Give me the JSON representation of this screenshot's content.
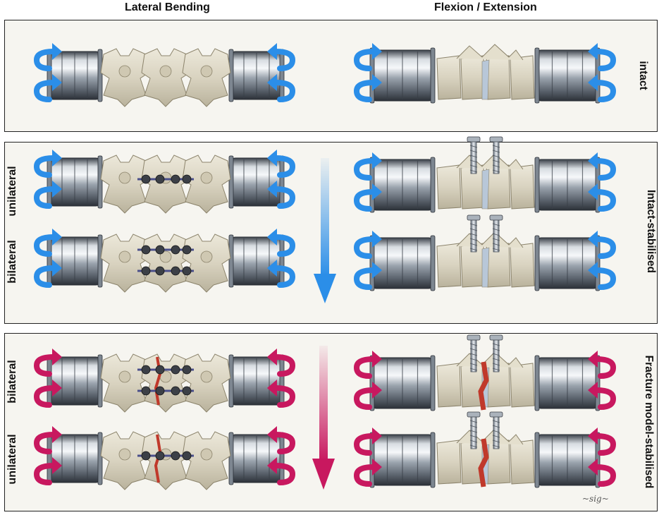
{
  "headers": {
    "left": "Lateral Bending",
    "right": "Flexion / Extension"
  },
  "panels": {
    "intact": {
      "label": "intact"
    },
    "intact_stabilised": {
      "label": "Intact-stabilised",
      "row1": "unilateral",
      "row2": "bilateral"
    },
    "fracture_stabilised": {
      "label": "Fracture model-stabilised",
      "row1": "bilateral",
      "row2": "unilateral"
    }
  },
  "colors": {
    "intact_arrow": "#2b8ee8",
    "fracture_arrow": "#c8185f",
    "fracture_line": "#c0392b",
    "bone": "#d9d3c0",
    "metal": "#8e98a3"
  },
  "icons": {
    "rotation_arrow": "curved-moment-arrow-icon",
    "load_direction": "gradient-down-arrow-icon",
    "specimen": "spine-specimen-icon",
    "screw": "pedicle-screw-icon"
  }
}
